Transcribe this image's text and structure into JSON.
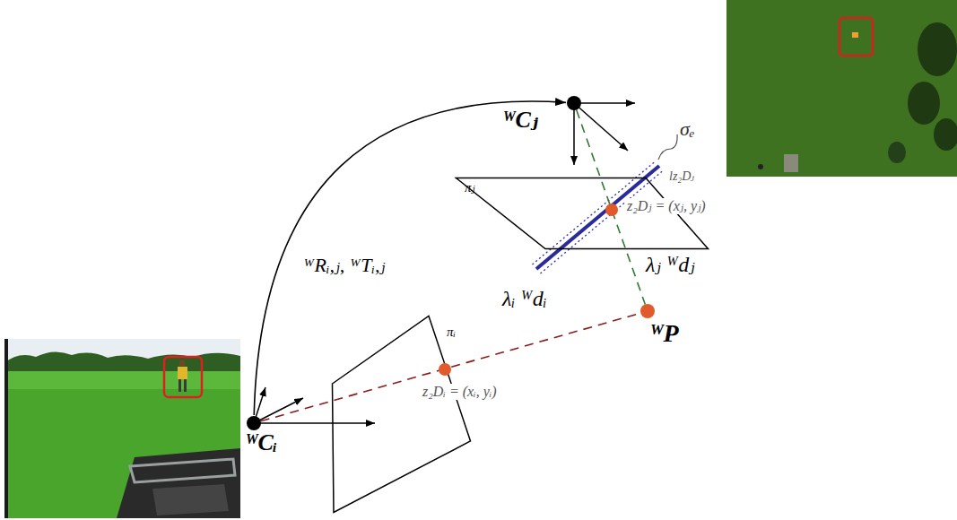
{
  "diagram": {
    "nodes": [
      {
        "text": [
          "ᵂCⱼ"
        ]
      },
      {
        "text": [
          "πⱼ"
        ]
      },
      {
        "text": [
          "z₂Dⱼ = (xⱼ, yⱼ)"
        ],
        "in": 1
      },
      {
        "text": [
          "ᵂP"
        ]
      },
      {
        "text": [
          "πᵢ"
        ]
      },
      {
        "text": [
          "z₂Dᵢ = (xᵢ, yᵢ)"
        ],
        "in": 4
      },
      {
        "text": [
          "ᵂCᵢ"
        ]
      }
    ],
    "edges": [
      {
        "from": 6,
        "to": 0,
        "arrow": "to",
        "label": "ᵂRᵢ,ⱼ, ᵂTᵢ,ⱼ"
      },
      {
        "from": 6,
        "to": 3,
        "arrow": "none",
        "label": "λᵢ ᵂdᵢ"
      },
      {
        "from": 0,
        "to": 3,
        "arrow": "none",
        "label": "λⱼ ᵂdⱼ"
      }
    ],
    "labels": [
      "σₑ",
      "lz₂Dⱼ"
    ]
  }
}
